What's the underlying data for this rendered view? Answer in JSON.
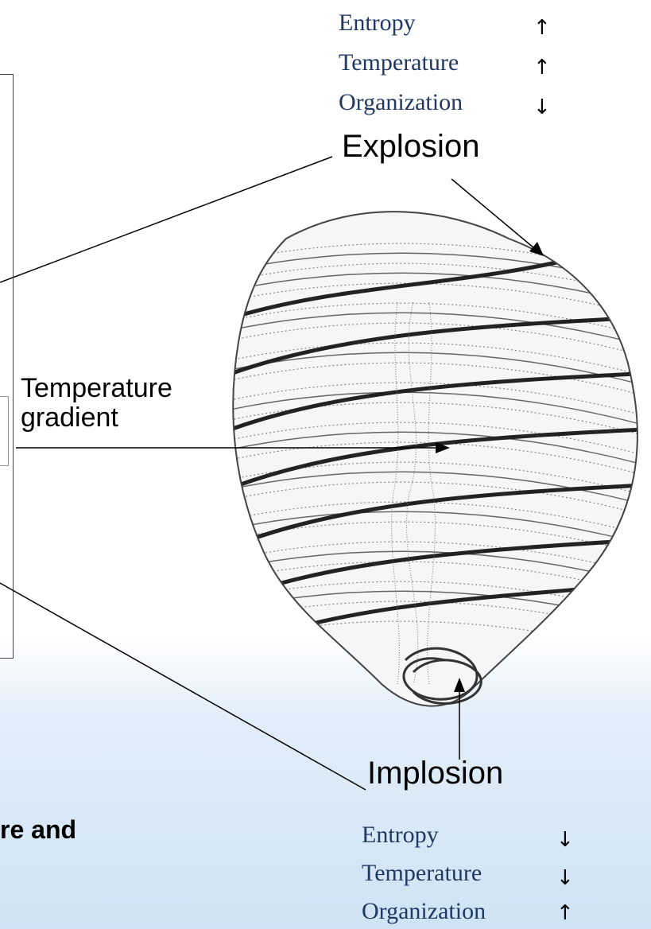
{
  "top_properties": [
    {
      "label": "Entropy",
      "arrow": "↑"
    },
    {
      "label": "Temperature",
      "arrow": "↑"
    },
    {
      "label": "Organization",
      "arrow": "↓"
    }
  ],
  "bottom_properties": [
    {
      "label": "Entropy",
      "arrow": "↓"
    },
    {
      "label": "Temperature",
      "arrow": "↓"
    },
    {
      "label": "Organization",
      "arrow": "↑"
    }
  ],
  "labels": {
    "explosion": "Explosion",
    "implosion": "Implosion",
    "gradient_line1": "Temperature",
    "gradient_line2": "gradient",
    "cutoff_text": "re and"
  },
  "colors": {
    "property_text": "#1f3864",
    "background_bottom": "#cfe3f4"
  }
}
